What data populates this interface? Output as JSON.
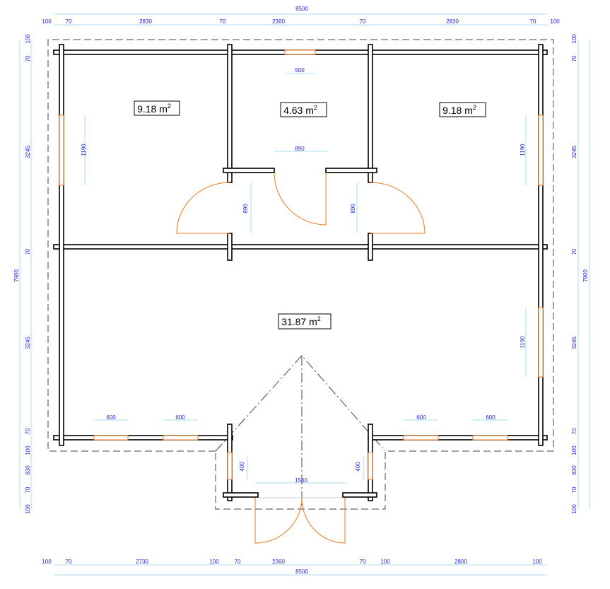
{
  "areas": {
    "room_left": "9.18 m",
    "room_middle": "4.63 m",
    "room_right": "9.18 m",
    "living": "31.87 m",
    "unit_sup": "2"
  },
  "dims": {
    "top_total": "8500",
    "top": [
      "100",
      "70",
      "2830",
      "70",
      "2360",
      "70",
      "2830",
      "70",
      "100"
    ],
    "bottom_total": "8500",
    "bottom": [
      "100",
      "70",
      "2730",
      "100",
      "70",
      "2360",
      "70",
      "100",
      "2800",
      "100"
    ],
    "left_total": "7900",
    "left": [
      "100",
      "70",
      "3245",
      "70",
      "3245",
      "70",
      "100",
      "830",
      "70",
      "100"
    ],
    "right_total": "7900",
    "right": [
      "100",
      "70",
      "3245",
      "70",
      "3245",
      "70",
      "100",
      "830",
      "70",
      "100"
    ],
    "interior": {
      "top_window": "500",
      "middle_door": "890",
      "left_window": "1190",
      "left_door": "890",
      "right_door": "890",
      "right_window_top": "1190",
      "right_window_bottom": "1190",
      "bottom_windows": [
        "600",
        "600",
        "600",
        "600"
      ],
      "porch_window_left": "400",
      "porch_window_right": "400",
      "porch_door": "1540"
    }
  },
  "colors": {
    "wall": "#000000",
    "opening": "#f07a20",
    "dimension_line": "#a8dcf4",
    "dimension_text": "#2222dd"
  }
}
